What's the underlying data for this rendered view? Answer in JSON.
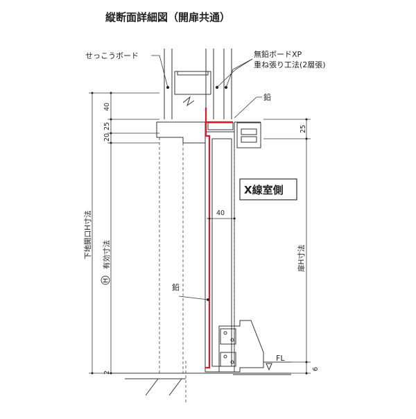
{
  "title": "縦断面詳細図（開扉共通）",
  "labels": {
    "gypsum": "せっこうボード",
    "leadfree_line1": "無鉛ボードXP",
    "leadfree_line2": "重ね張り工法(2層張)",
    "lead_top": "鉛",
    "lead_side": "鉛",
    "room": "X線室側",
    "fl": "FL"
  },
  "dimensions": {
    "d40_top": "40",
    "d25_left": "25",
    "d20_left": "20",
    "d25_right": "25",
    "d40_mid": "40",
    "d2_bottom": "2",
    "d6_bottom": "6"
  },
  "vertical_labels": {
    "rough_opening": "下地開口H寸法",
    "effective": "有効寸法",
    "circle_h": "H",
    "door_h": "扉H寸法"
  },
  "colors": {
    "lead": "#d7192b",
    "line": "#333333",
    "dashed": "#555555"
  }
}
